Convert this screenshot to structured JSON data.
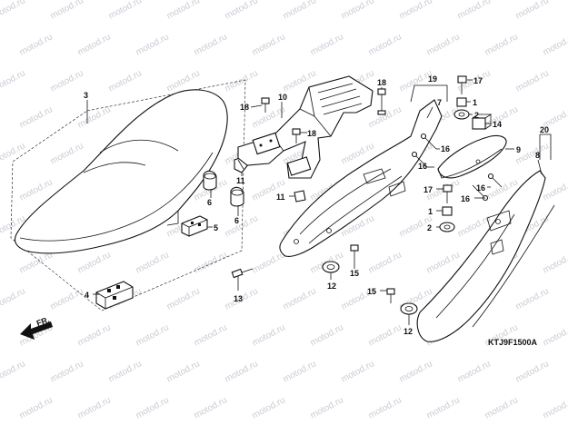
{
  "watermark": "motod.ru",
  "diagram_code": "KTJ9F1500A",
  "front_label": "FR.",
  "icons": {
    "front_arrow": "front-direction-arrow-icon"
  },
  "callouts": [
    {
      "id": "3",
      "label": "3",
      "part": "seat"
    },
    {
      "id": "4",
      "label": "4",
      "part": "seat-lock-bracket"
    },
    {
      "id": "5",
      "label": "5",
      "part": "seat-bracket"
    },
    {
      "id": "6a",
      "label": "6",
      "part": "seat-cushion-left"
    },
    {
      "id": "6b",
      "label": "6",
      "part": "seat-cushion-right"
    },
    {
      "id": "10",
      "label": "10",
      "part": "grab-rail"
    },
    {
      "id": "11a",
      "label": "11",
      "part": "clip-upper"
    },
    {
      "id": "11b",
      "label": "11",
      "part": "clip-lower"
    },
    {
      "id": "12a",
      "label": "12",
      "part": "grommet-left"
    },
    {
      "id": "12b",
      "label": "12",
      "part": "grommet-right"
    },
    {
      "id": "13",
      "label": "13",
      "part": "bolt-seat"
    },
    {
      "id": "15a",
      "label": "15",
      "part": "screw-left"
    },
    {
      "id": "15b",
      "label": "15",
      "part": "screw-right"
    },
    {
      "id": "18a",
      "label": "18",
      "part": "bolt-rail-left"
    },
    {
      "id": "18b",
      "label": "18",
      "part": "bolt-rail-mid"
    },
    {
      "id": "18c",
      "label": "18",
      "part": "bolt-rail-right"
    },
    {
      "id": "19",
      "label": "19",
      "part": "rear-cowl-assy"
    },
    {
      "id": "7",
      "label": "7",
      "part": "rear-cowl-left"
    },
    {
      "id": "17a",
      "label": "17",
      "part": "bolt-upper"
    },
    {
      "id": "1a",
      "label": "1",
      "part": "collar-upper"
    },
    {
      "id": "2a",
      "label": "2",
      "part": "rubber-upper"
    },
    {
      "id": "14",
      "label": "14",
      "part": "cushion"
    },
    {
      "id": "16a",
      "label": "16",
      "part": "screw-a"
    },
    {
      "id": "16b",
      "label": "16",
      "part": "screw-b"
    },
    {
      "id": "16c",
      "label": "16",
      "part": "screw-c"
    },
    {
      "id": "16d",
      "label": "16",
      "part": "screw-d"
    },
    {
      "id": "9",
      "label": "9",
      "part": "rear-center-cowl"
    },
    {
      "id": "20",
      "label": "20",
      "part": "rear-cowl-right-assy"
    },
    {
      "id": "8",
      "label": "8",
      "part": "rear-cowl-right"
    },
    {
      "id": "17b",
      "label": "17",
      "part": "bolt-lower"
    },
    {
      "id": "1b",
      "label": "1",
      "part": "collar-lower"
    },
    {
      "id": "2b",
      "label": "2",
      "part": "rubber-lower"
    }
  ]
}
